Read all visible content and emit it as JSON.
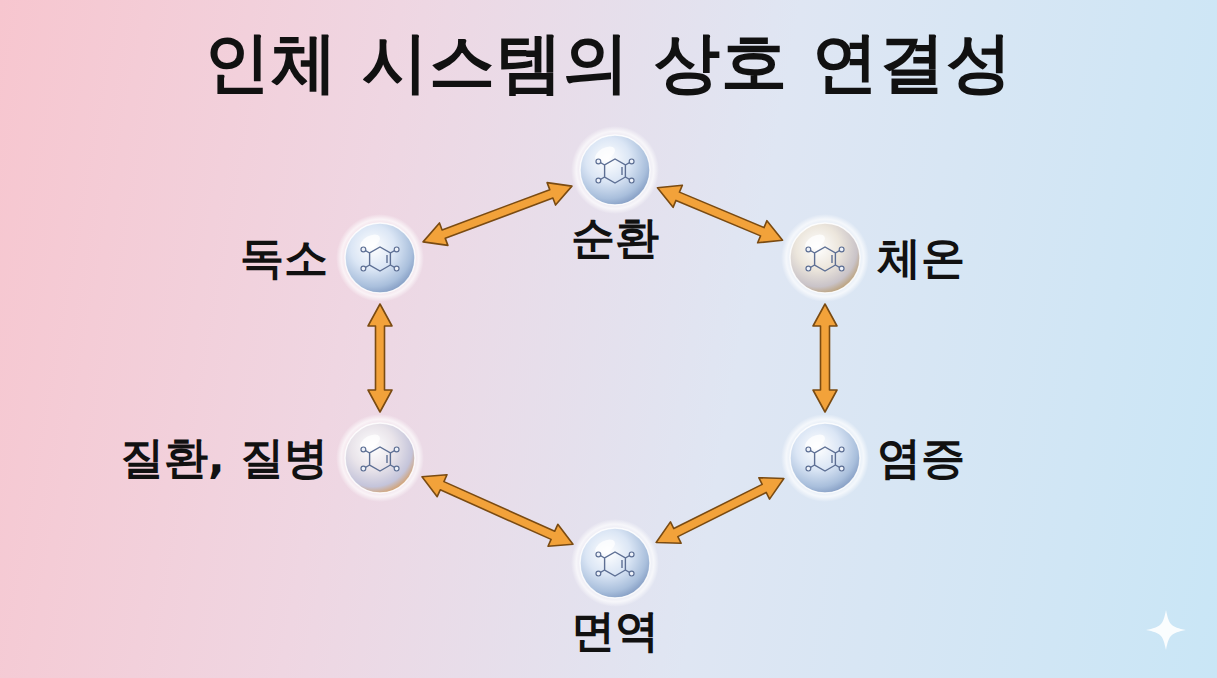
{
  "diagram": {
    "title": "인체 시스템의 상호 연결성",
    "nodes": [
      {
        "text": [
          "순환"
        ]
      },
      {
        "text": [
          "독소"
        ]
      },
      {
        "text": [
          "체온"
        ]
      },
      {
        "text": [
          "질환, 질병"
        ]
      },
      {
        "text": [
          "염증"
        ]
      },
      {
        "text": [
          "면역"
        ]
      }
    ],
    "edges": [
      {
        "from": 1,
        "to": 0,
        "arrow": "both"
      },
      {
        "from": 0,
        "to": 2,
        "arrow": "both"
      },
      {
        "from": 2,
        "to": 4,
        "arrow": "both"
      },
      {
        "from": 4,
        "to": 5,
        "arrow": "both"
      },
      {
        "from": 5,
        "to": 3,
        "arrow": "both"
      },
      {
        "from": 3,
        "to": 1,
        "arrow": "both"
      }
    ]
  }
}
